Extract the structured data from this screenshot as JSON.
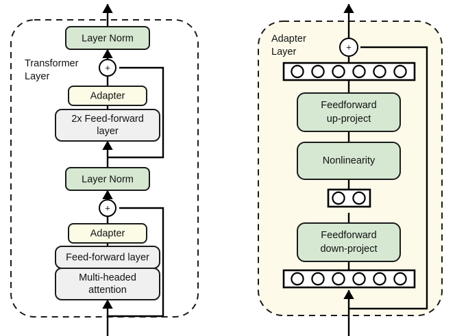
{
  "figure": {
    "background": "#ffffff",
    "colors": {
      "green_fill": "#d6e8d2",
      "cream_fill": "#fcfbe6",
      "grey_fill": "#f0f0f0",
      "panel_fill": "#fdfaea",
      "stroke": "#1a1a1a",
      "white": "#ffffff"
    }
  },
  "transformer_panel": {
    "label_line1": "Transformer",
    "label_line2": "Layer",
    "nodes": {
      "layer_norm_top": "Layer Norm",
      "adapter_top": "Adapter",
      "feed_forward_2x_line1": "2x Feed-forward",
      "feed_forward_2x_line2": "layer",
      "layer_norm_mid": "Layer Norm",
      "adapter_bottom": "Adapter",
      "feed_forward_layer": "Feed-forward layer",
      "multi_headed_line1": "Multi-headed",
      "multi_headed_line2": "attention"
    },
    "add_symbol_top": "+",
    "add_symbol_bottom": "+"
  },
  "adapter_panel": {
    "label_line1": "Adapter",
    "label_line2": "Layer",
    "nodes": {
      "feedforward_up_line1": "Feedforward",
      "feedforward_up_line2": "up-project",
      "nonlinearity": "Nonlinearity",
      "feedforward_down_line1": "Feedforward",
      "feedforward_down_line2": "down-project"
    },
    "add_symbol": "+",
    "vectors": {
      "top_units": 6,
      "bottleneck_units": 2,
      "bottom_units": 6
    }
  }
}
